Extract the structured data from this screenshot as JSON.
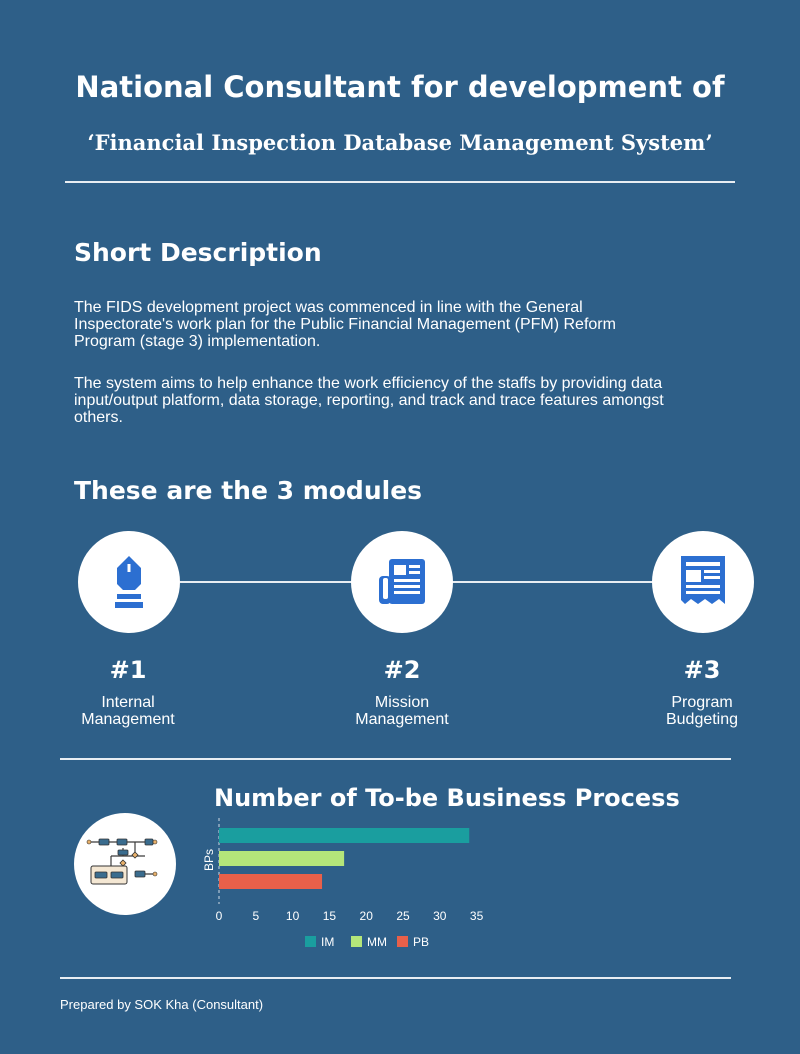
{
  "header": {
    "title_line1": "National Consultant for development of",
    "title_line2": "‘Financial Inspection Database Management System’"
  },
  "description": {
    "heading": "Short Description",
    "paragraph1_lines": [
      "The FIDS development project was commenced in line with the General",
      "Inspectorate's work plan for the Public Financial Management (PFM) Reform",
      "Program (stage 3) implementation."
    ],
    "paragraph2_lines": [
      "The system aims to help enhance the work efficiency of the staffs by providing data",
      "input/output platform, data storage, reporting, and track and trace features amongst",
      "others."
    ]
  },
  "modules": {
    "heading": "These are the 3 modules",
    "items": [
      {
        "number": "#1",
        "label_line1": "Internal",
        "label_line2": "Management",
        "icon": "pen-nib-icon"
      },
      {
        "number": "#2",
        "label_line1": "Mission",
        "label_line2": "Management",
        "icon": "newspaper-icon"
      },
      {
        "number": "#3",
        "label_line1": "Program",
        "label_line2": "Budgeting",
        "icon": "receipt-icon"
      }
    ]
  },
  "process_icon": "flowchart-icon",
  "colors": {
    "background": "#2e5f88",
    "icon_blue": "#2c6fd1",
    "series_IM": "#1a9e9f",
    "series_MM": "#b4e67a",
    "series_PB": "#e8604a"
  },
  "chart_data": {
    "type": "bar",
    "orientation": "horizontal",
    "title": "Number of To-be Business Process",
    "ylabel": "BPs",
    "xlabel": "",
    "xlim": [
      0,
      35
    ],
    "xticks": [
      "0",
      "5",
      "10",
      "15",
      "20",
      "25",
      "30",
      "35"
    ],
    "series": [
      {
        "name": "IM",
        "value": 34,
        "color": "#1a9e9f"
      },
      {
        "name": "MM",
        "value": 17,
        "color": "#b4e67a"
      },
      {
        "name": "PB",
        "value": 14,
        "color": "#e8604a"
      }
    ],
    "legend": "bottom",
    "grid": false
  },
  "footer": {
    "text": "Prepared by SOK Kha (Consultant)"
  }
}
